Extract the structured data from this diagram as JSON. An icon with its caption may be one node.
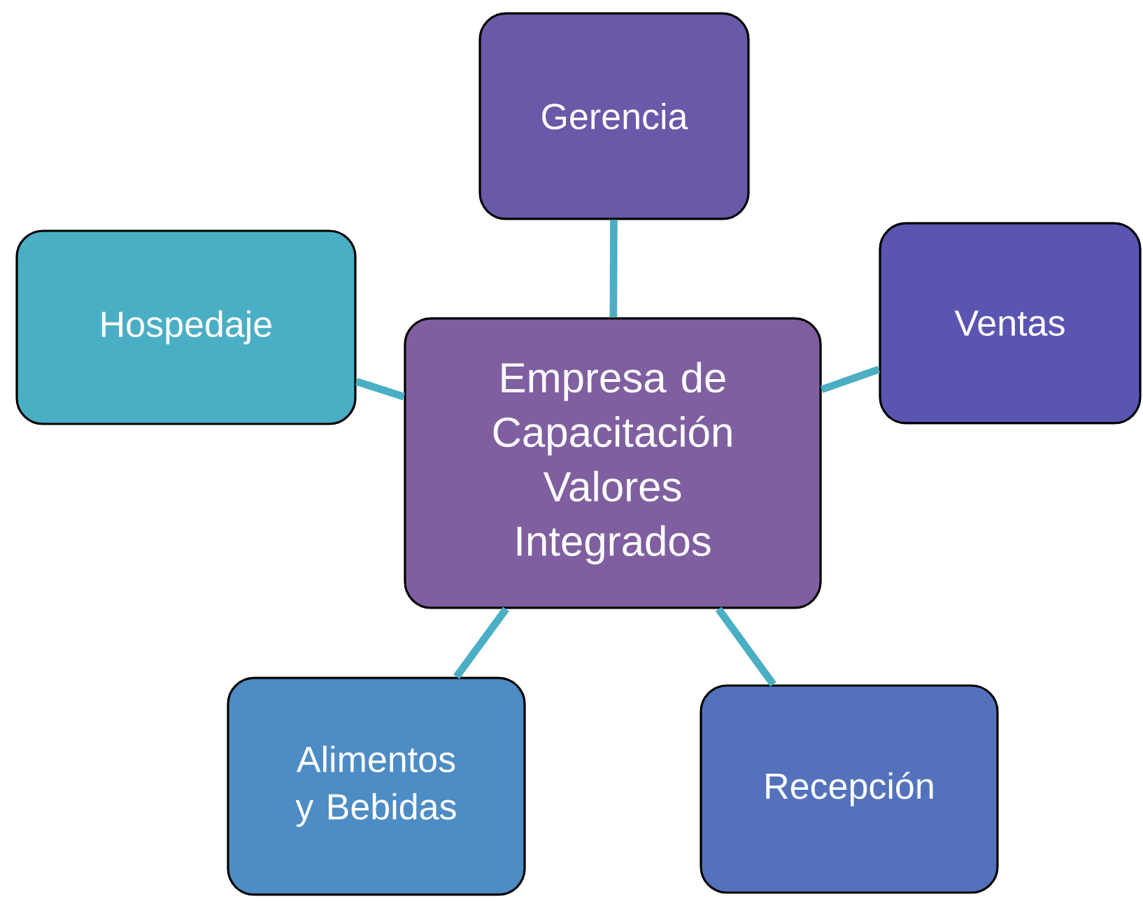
{
  "diagram": {
    "nodes": [
      {
        "text": [
          "Empresa de Capacitación Valores Integrados"
        ]
      },
      {
        "text": [
          "Gerencia"
        ]
      },
      {
        "text": [
          "Hospedaje"
        ]
      },
      {
        "text": [
          "Ventas"
        ]
      },
      {
        "text": [
          "Alimentos y Bebidas"
        ]
      },
      {
        "text": [
          "Recepción"
        ]
      }
    ],
    "edges": [
      {
        "from": 0,
        "to": 1,
        "arrow": "none"
      },
      {
        "from": 0,
        "to": 2,
        "arrow": "none"
      },
      {
        "from": 0,
        "to": 3,
        "arrow": "none"
      },
      {
        "from": 0,
        "to": 4,
        "arrow": "none"
      },
      {
        "from": 0,
        "to": 5,
        "arrow": "none"
      }
    ]
  }
}
